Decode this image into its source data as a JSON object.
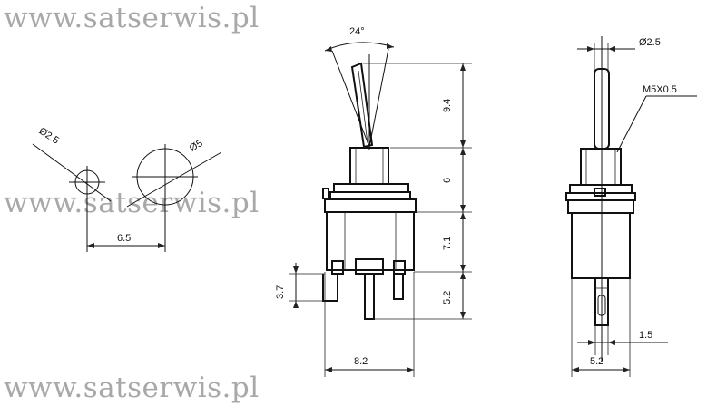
{
  "watermark": "www.satserwis.pl",
  "left_view": {
    "hole_small_label": "Ø2.5",
    "hole_large_label": "Ø5",
    "spacing_label": "6.5"
  },
  "front_view": {
    "angle_label": "24°",
    "lever_height_label": "9.4",
    "bushing_height_label": "6",
    "body_height_label": "7.1",
    "terminal_height_label": "5.2",
    "pin_offset_label": "3.7",
    "width_label": "8.2"
  },
  "side_view": {
    "lever_diameter_label": "Ø2.5",
    "thread_label": "M5X0.5",
    "terminal_thickness_label": "1.5",
    "width_label": "5.2"
  }
}
